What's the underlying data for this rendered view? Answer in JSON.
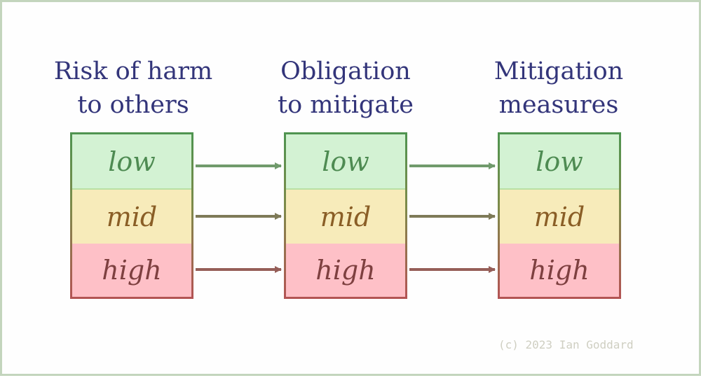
{
  "columns": [
    {
      "heading": [
        "Risk of harm",
        "to others"
      ],
      "levels": [
        "low",
        "mid",
        "high"
      ]
    },
    {
      "heading": [
        "Obligation",
        "to mitigate"
      ],
      "levels": [
        "low",
        "mid",
        "high"
      ]
    },
    {
      "heading": [
        "Mitigation",
        "measures"
      ],
      "levels": [
        "low",
        "mid",
        "high"
      ]
    }
  ],
  "colors": {
    "heading": "#33357a",
    "low_fill": "#d3f2d3",
    "mid_fill": "#f7ebba",
    "high_fill": "#fec0c7",
    "low_arrow": "#709a6c",
    "mid_arrow": "#7e7a58",
    "high_arrow": "#955e58"
  },
  "credit": "(c) 2023 Ian Goddard"
}
